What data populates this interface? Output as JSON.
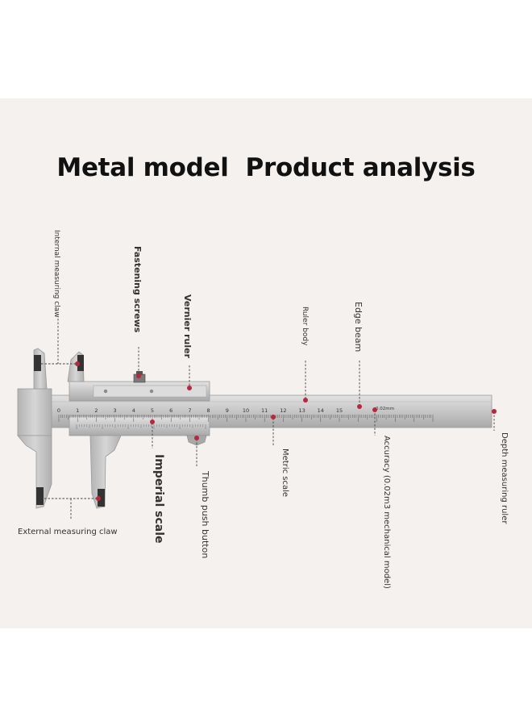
{
  "title": "Metal model  Product analysis",
  "labels": {
    "internal_claw": "Internal measuring claw",
    "fastening_screws": "Fastening screws",
    "vernier_ruler": "Vernier ruler",
    "ruler_body": "Ruler body",
    "edge_beam": "Edge beam",
    "external_claw": "External measuring claw",
    "imperial_scale": "Imperial scale",
    "thumb_button": "Thumb push button",
    "metric_scale": "Metric scale",
    "accuracy": "Accuracy (0.02m3 mechanical model)",
    "depth_ruler": "Depth measuring ruler"
  },
  "scale": {
    "numbers": [
      "0",
      "1",
      "2",
      "3",
      "4",
      "5",
      "6",
      "7",
      "8",
      "9",
      "10",
      "11",
      "12",
      "13",
      "14",
      "15"
    ],
    "precision_mark": "0.02mm"
  },
  "colors": {
    "panel": "#f4f1ee",
    "marker": "#b8283c",
    "steel": "#c9c9c9",
    "steel_dark": "#8c8c8c",
    "text": "#333333"
  }
}
